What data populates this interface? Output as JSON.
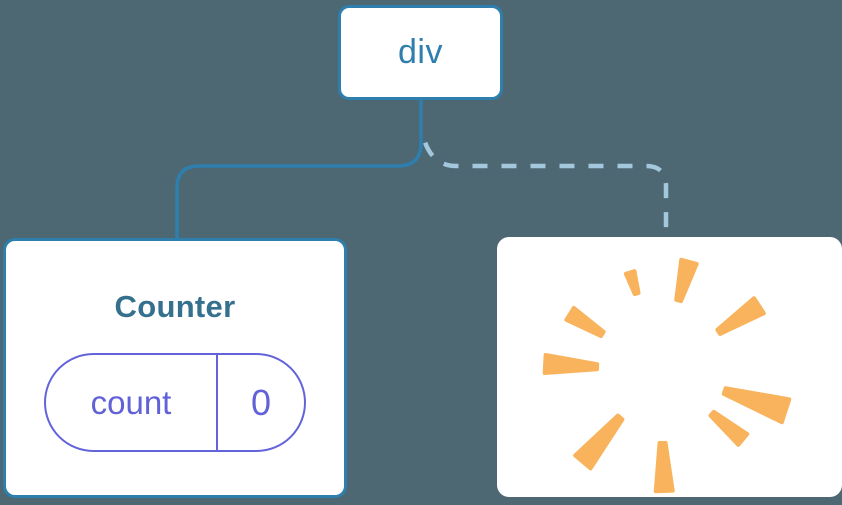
{
  "diagram": {
    "root_node": {
      "label": "div"
    },
    "counter_card": {
      "title": "Counter",
      "state_pill": {
        "key": "count",
        "value": "0"
      }
    },
    "poof_card": {
      "icon": "starburst-icon"
    },
    "colors": {
      "background": "#4D6873",
      "edge_solid": "#2E7EAE",
      "edge_dashed": "#A3C7DD",
      "node_border": "#2E7EAE",
      "div_label": "#2E7EAE",
      "counter_title": "#35708E",
      "state_pill": "#6363DA",
      "state_text": "#6161D8",
      "starburst": "#F8B35C",
      "card_background": "#FFFFFF"
    }
  }
}
